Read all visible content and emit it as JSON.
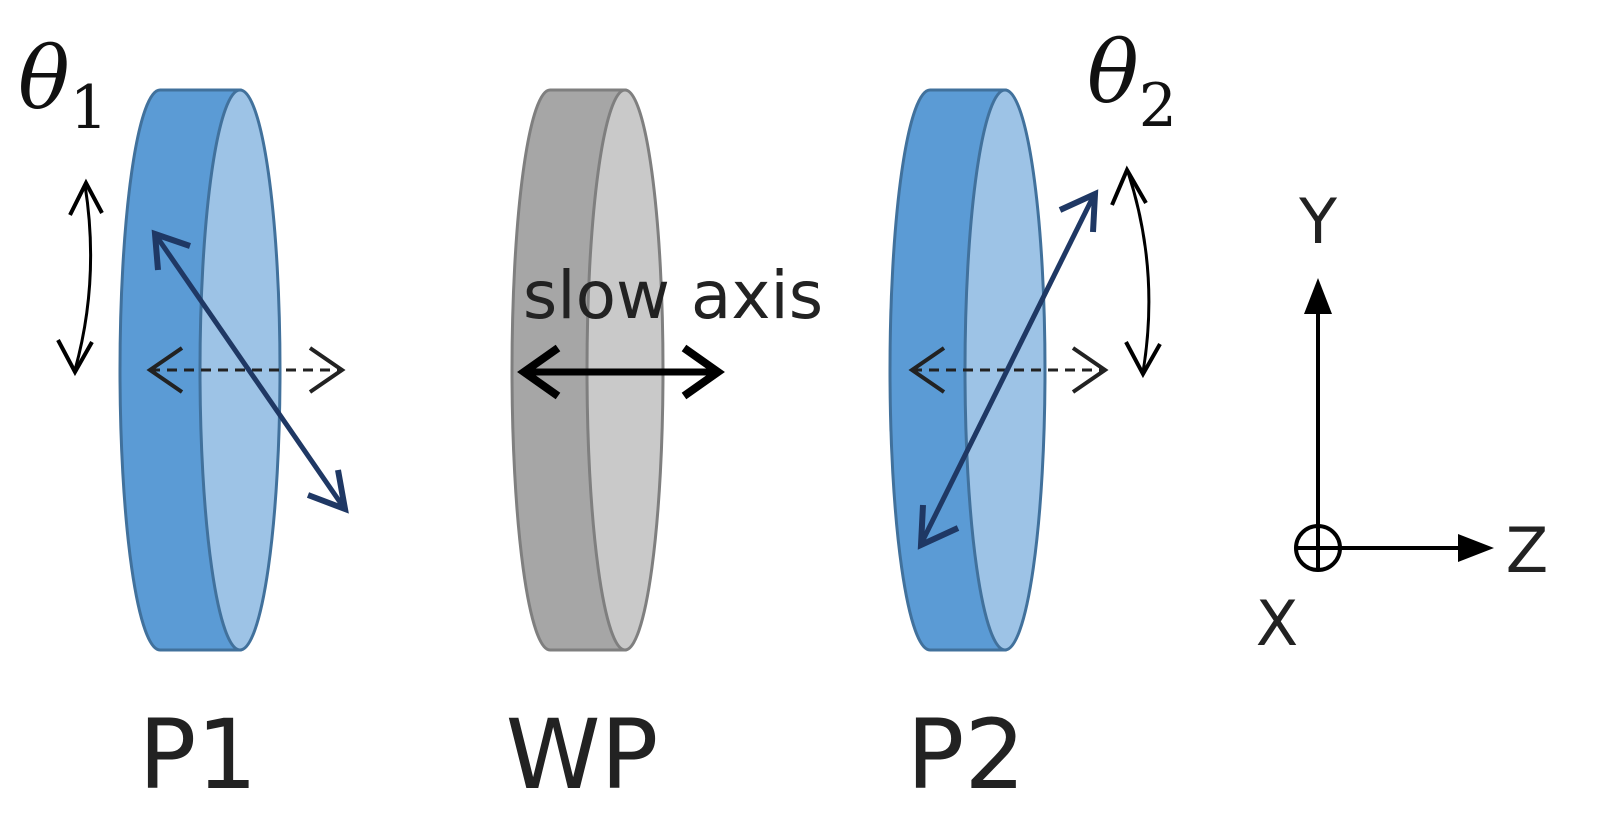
{
  "labels": {
    "p1": "P1",
    "wp": "WP",
    "p2": "P2",
    "theta1": "θ",
    "theta1_sub": "1",
    "theta2": "θ",
    "theta2_sub": "2",
    "slow_axis": "slow axis"
  },
  "axes": {
    "y": "Y",
    "z": "Z",
    "x": "X"
  },
  "colors": {
    "polarizer_side": "#5b9bd5",
    "polarizer_face": "#9dc3e6",
    "polarizer_edge": "#41719c",
    "waveplate_side": "#a6a6a6",
    "waveplate_face": "#c9c9c9",
    "waveplate_edge": "#7f7f7f",
    "polarization_arrow": "#1f3864",
    "black": "#000000"
  }
}
